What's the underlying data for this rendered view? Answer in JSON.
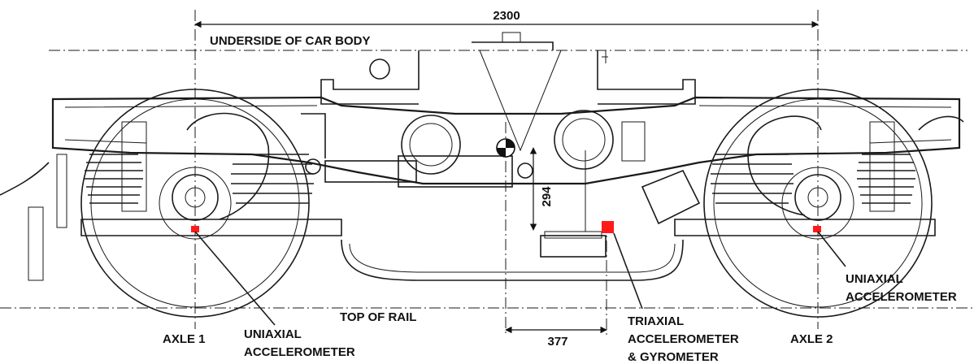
{
  "dimensions": {
    "wheelbase": "2300",
    "cg_height": "294",
    "sensor_offset": "377"
  },
  "labels": {
    "car_body": "UNDERSIDE OF CAR BODY",
    "rail": "TOP OF RAIL",
    "axle1": "AXLE 1",
    "axle2": "AXLE 2",
    "uniaxial_left_line1": "UNIAXIAL",
    "uniaxial_left_line2": "ACCELEROMETER",
    "uniaxial_right_line1": "UNIAXIAL",
    "uniaxial_right_line2": "ACCELEROMETER",
    "triaxial_line1": "TRIAXIAL",
    "triaxial_line2": "ACCELEROMETER",
    "triaxial_line3": "& GYROMETER"
  },
  "colors": {
    "sensor": "#ff1a1a",
    "ink": "#1a1a1a"
  }
}
